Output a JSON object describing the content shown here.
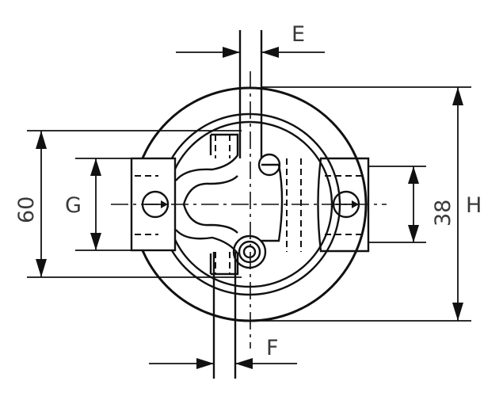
{
  "labels": {
    "e": "E",
    "f": "F",
    "g": "G",
    "h": "H",
    "d60": "60",
    "d38": "38"
  }
}
